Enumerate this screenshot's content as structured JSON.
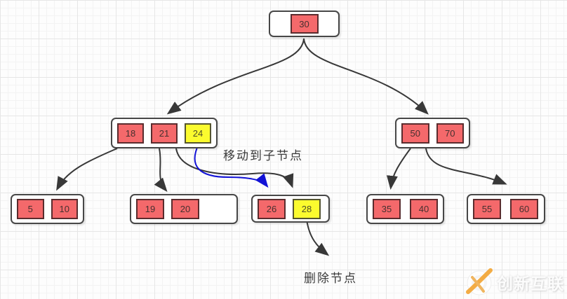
{
  "diagram": {
    "title_hint": "B-tree delete operation diagram",
    "annotations": {
      "move_label": "移动到子节点",
      "delete_label": "删除节点"
    },
    "tree": {
      "nodes": [
        {
          "id": "root",
          "keys": [
            {
              "value": "30",
              "color": "red"
            }
          ]
        },
        {
          "id": "internal-left",
          "keys": [
            {
              "value": "18",
              "color": "red"
            },
            {
              "value": "21",
              "color": "red"
            },
            {
              "value": "24",
              "color": "yellow"
            }
          ]
        },
        {
          "id": "internal-right",
          "keys": [
            {
              "value": "50",
              "color": "red"
            },
            {
              "value": "70",
              "color": "red"
            }
          ]
        },
        {
          "id": "leaf-1",
          "keys": [
            {
              "value": "5",
              "color": "red"
            },
            {
              "value": "10",
              "color": "red"
            }
          ]
        },
        {
          "id": "leaf-2",
          "keys": [
            {
              "value": "19",
              "color": "red"
            },
            {
              "value": "20",
              "color": "red"
            }
          ],
          "has_empty_slot": true
        },
        {
          "id": "leaf-3",
          "keys": [
            {
              "value": "26",
              "color": "red"
            },
            {
              "value": "28",
              "color": "yellow"
            }
          ]
        },
        {
          "id": "leaf-4",
          "keys": [
            {
              "value": "35",
              "color": "red"
            },
            {
              "value": "40",
              "color": "red"
            }
          ]
        },
        {
          "id": "leaf-5",
          "keys": [
            {
              "value": "55",
              "color": "red"
            },
            {
              "value": "60",
              "color": "red"
            }
          ]
        }
      ],
      "arrows": [
        {
          "from": "root",
          "to": "internal-left",
          "color": "black"
        },
        {
          "from": "root",
          "to": "internal-right",
          "color": "black"
        },
        {
          "from": "internal-left",
          "to": "leaf-1",
          "color": "black"
        },
        {
          "from": "internal-left",
          "to": "leaf-2",
          "color": "black"
        },
        {
          "from": "internal-left",
          "to": "leaf-3",
          "color": "black"
        },
        {
          "from": "key-24",
          "to": "leaf-3",
          "color": "blue",
          "meaning": "移动到子节点"
        },
        {
          "from": "internal-right",
          "to": "leaf-4",
          "color": "black"
        },
        {
          "from": "internal-right",
          "to": "leaf-5",
          "color": "black"
        },
        {
          "from": "key-28",
          "to": "delete-label",
          "color": "black",
          "meaning": "删除节点"
        }
      ]
    },
    "colors": {
      "key_red": "#f4696b",
      "key_yellow": "#fbfb2e",
      "node_border": "#474747",
      "arrow_black": "#383838",
      "arrow_blue": "#1212d6",
      "watermark_orange": "#f3a83b"
    },
    "watermark": {
      "text": "创新互联",
      "logo": "c-swoosh-logo"
    }
  }
}
